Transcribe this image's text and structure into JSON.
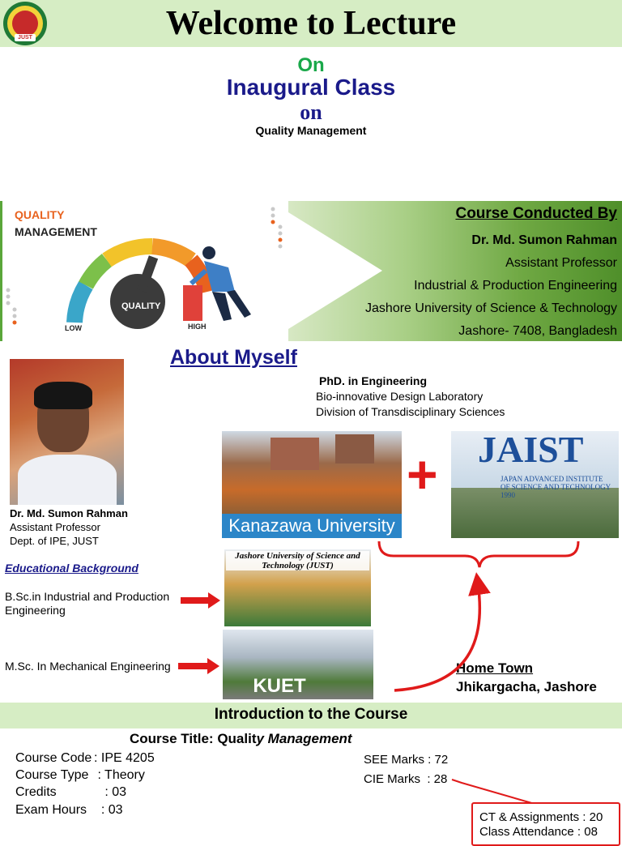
{
  "header": {
    "title": "Welcome to Lecture",
    "logo_tag": "JUST"
  },
  "intro": {
    "on1": "On",
    "class_title": "Inaugural Class",
    "on2": "on",
    "subject": "Quality Management"
  },
  "banner": {
    "quality_label": "QUALITY",
    "management_label": "MANAGEMENT",
    "gauge_text": "QUALITY",
    "gauge_low": "LOW",
    "gauge_high": "HIGH",
    "title": "Course Conducted By",
    "name": "Dr. Md. Sumon Rahman",
    "position": "Assistant Professor",
    "department": "Industrial & Production Engineering",
    "university": "Jashore University of Science & Technology",
    "address": "Jashore- 7408, Bangladesh"
  },
  "about": {
    "title": "About Myself",
    "photo_caption": {
      "name": "Dr. Md. Sumon Rahman",
      "position": "Assistant Professor",
      "dept": "Dept. of IPE, JUST"
    },
    "phd": {
      "title": "PhD. in Engineering",
      "lab": "Bio-innovative Design Laboratory",
      "division": "Division of Transdisciplinary Sciences"
    },
    "kanazawa_label": "Kanazawa University",
    "plus": "+",
    "jaist_logo": "JAIST",
    "jaist_sub": "JAPAN ADVANCED INSTITUTE OF SCIENCE AND TECHNOLOGY 1990",
    "education_title": "Educational Background",
    "bsc": "B.Sc.in Industrial and Production Engineering",
    "msc": "M.Sc. In Mechanical Engineering",
    "just_caption": "Jashore University of Science and Technology (JUST)",
    "kuet_label": "KUET",
    "hometown_title": "Home Town",
    "hometown_name": "Jhikargacha, Jashore"
  },
  "course": {
    "section_title": "Introduction to the Course",
    "title_prefix": "Course Title: Qualit",
    "title_italic": "y Management",
    "specs": [
      {
        "label": "Course Code",
        "value": ": IPE 4205"
      },
      {
        "label": "Course Type",
        "value": " : Theory"
      },
      {
        "label": "Credits",
        "value": "   : 03"
      },
      {
        "label": "Exam Hours",
        "value": "  : 03"
      }
    ],
    "see": "SEE Marks : 72",
    "cie": "CIE Marks  : 28",
    "ct": "CT & Assignments : 20",
    "class_att": "Class Attendance : 08"
  },
  "colors": {
    "header_bg": "#d6edc4",
    "navy": "#1a1a8a",
    "green": "#1aa84a",
    "red": "#e01a1a"
  }
}
